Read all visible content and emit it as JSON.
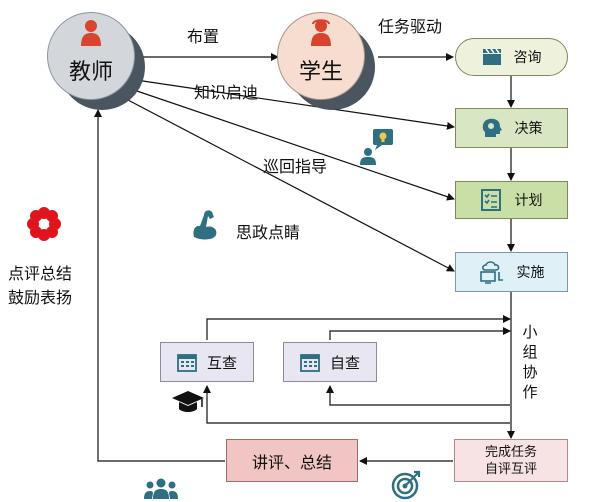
{
  "actors": {
    "teacher": "教师",
    "student": "学生"
  },
  "edges": {
    "assign": "布置",
    "task_drive": "任务驱动",
    "knowledge": "知识启迪",
    "patrol": "巡回指导",
    "ideology": "思政点睛",
    "praise_line1": "点评总结",
    "praise_line2": "鼓励表扬",
    "group_work": [
      "小",
      "组",
      "协",
      "作"
    ]
  },
  "steps": {
    "consult": "咨询",
    "decide": "决策",
    "plan": "计划",
    "implement": "实施",
    "complete_line1": "完成任务",
    "complete_line2": "自评互评",
    "review": "讲评、总结",
    "mutual_check": "互查",
    "self_check": "自查"
  },
  "colors": {
    "consult_fill": "#eef2dc",
    "decide_fill": "#d9e6c4",
    "plan_fill": "#c9dfa6",
    "implement_fill": "#dff0f6",
    "complete_fill": "#f7e3e3",
    "review_fill": "#f0c5c3",
    "check_fill": "#e8e6f1",
    "icon_teal": "#2e6f82",
    "flower_red": "#e0141c",
    "person_red": "#d9442f"
  }
}
